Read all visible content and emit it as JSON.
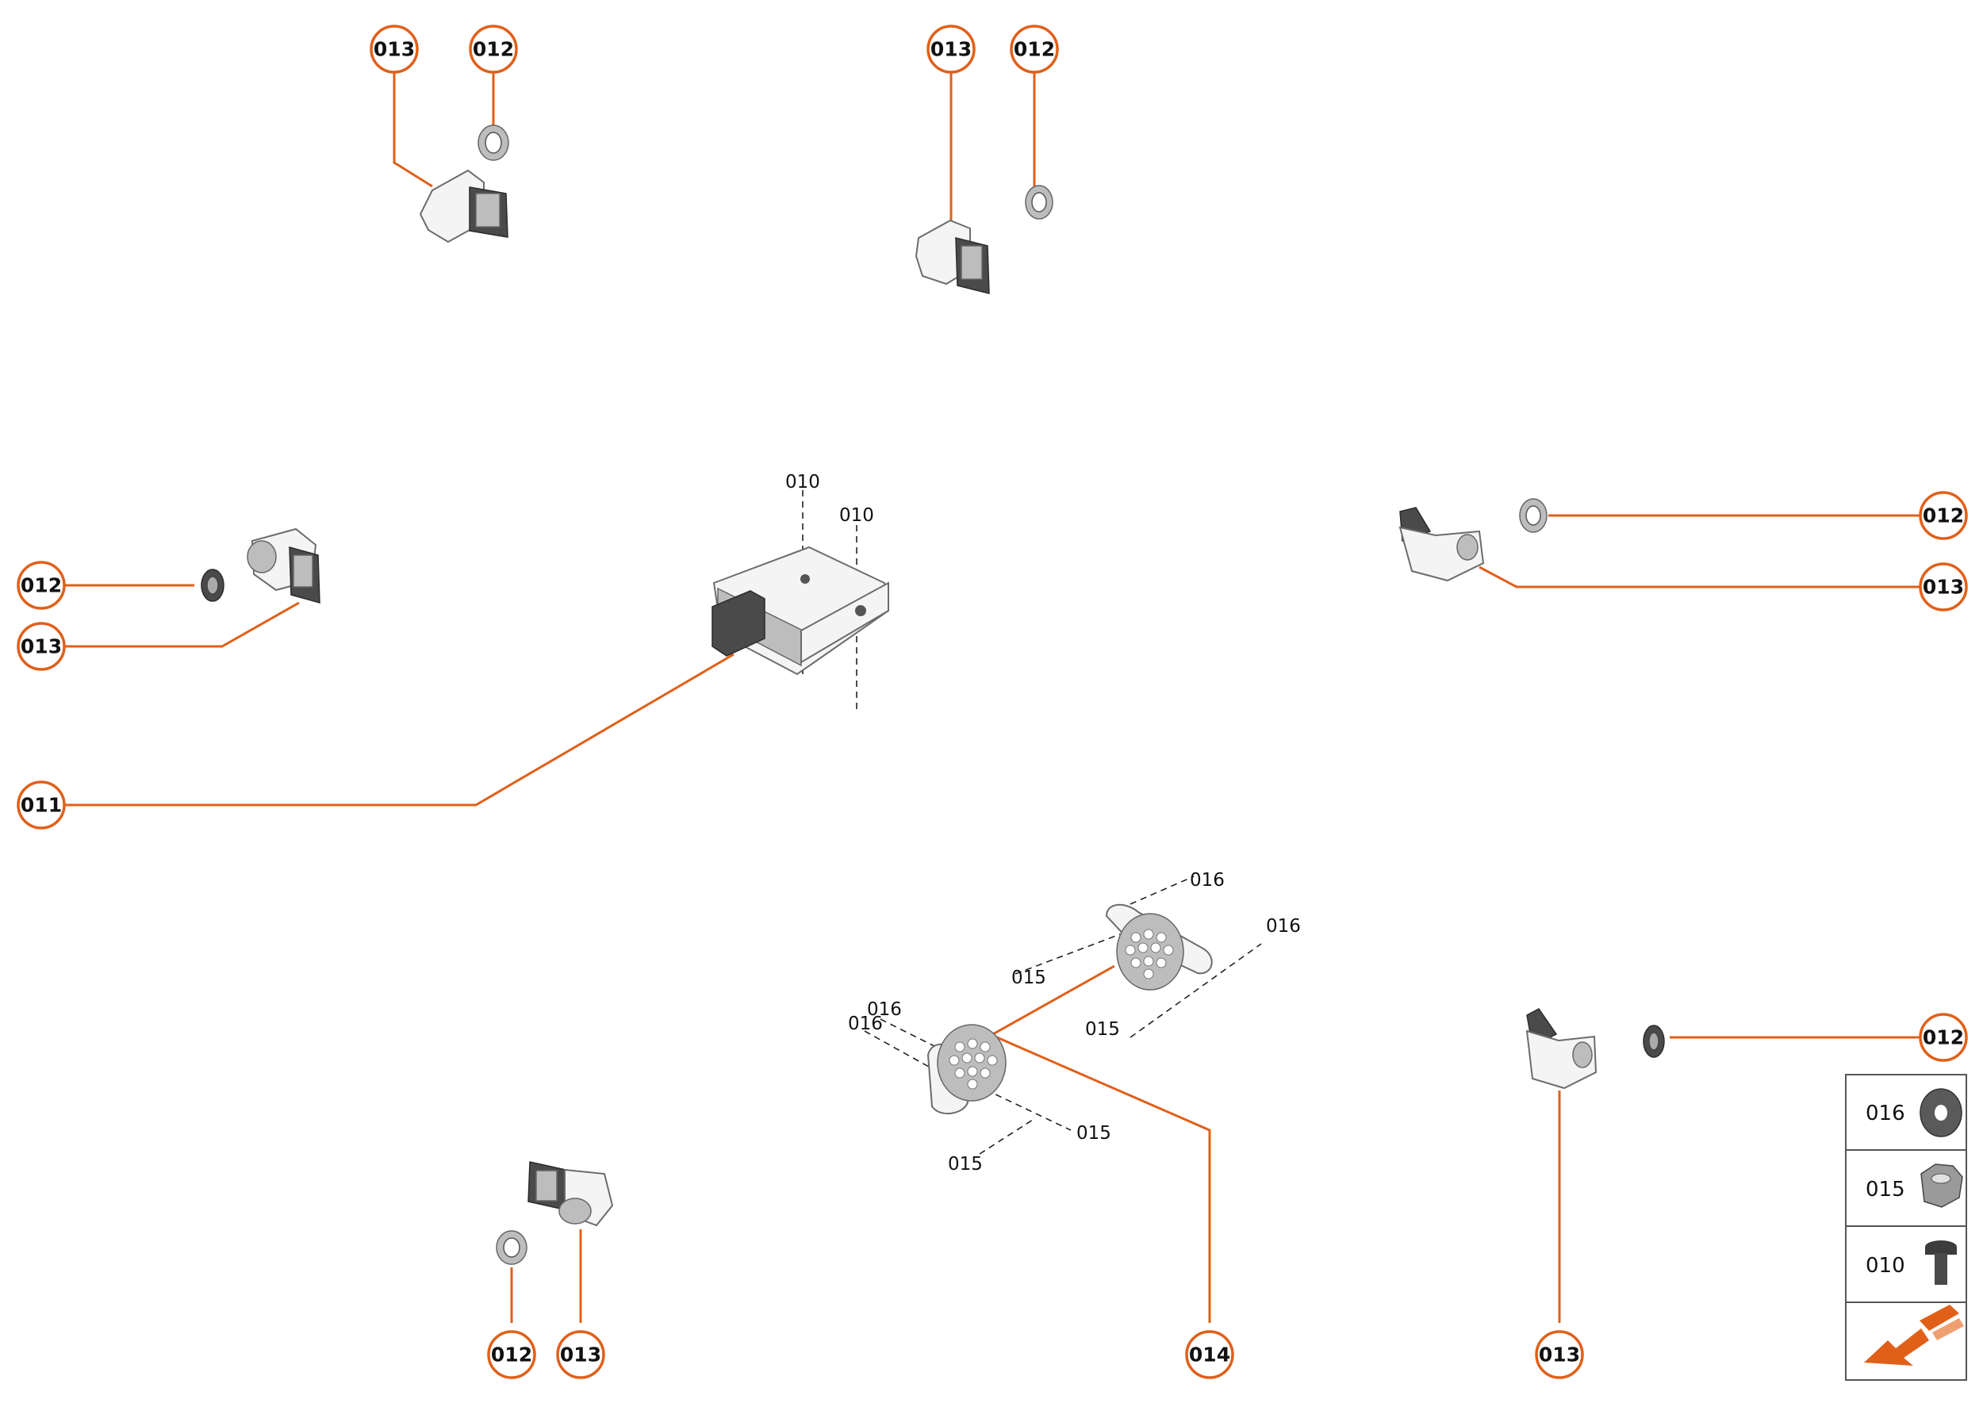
{
  "callouts": {
    "c1": "013",
    "c2": "012",
    "c3": "013",
    "c4": "012",
    "c5": "012",
    "c6": "013",
    "c7": "011",
    "c8": "012",
    "c9": "013",
    "c10": "012",
    "c11": "012",
    "c12": "013",
    "c13": "014",
    "c14": "013"
  },
  "labels": {
    "l1": "010",
    "l2": "010",
    "l3": "016",
    "l4": "016",
    "l5": "015",
    "l6": "015",
    "l7": "016",
    "l8": "016",
    "l9": "015",
    "l10": "015"
  },
  "legend": {
    "rows": [
      "016",
      "015",
      "010"
    ],
    "icons": [
      "washer-icon",
      "nut-icon",
      "screw-icon",
      "arrow-icon"
    ]
  },
  "colors": {
    "accent": "#e0601a",
    "ink": "#111111"
  }
}
